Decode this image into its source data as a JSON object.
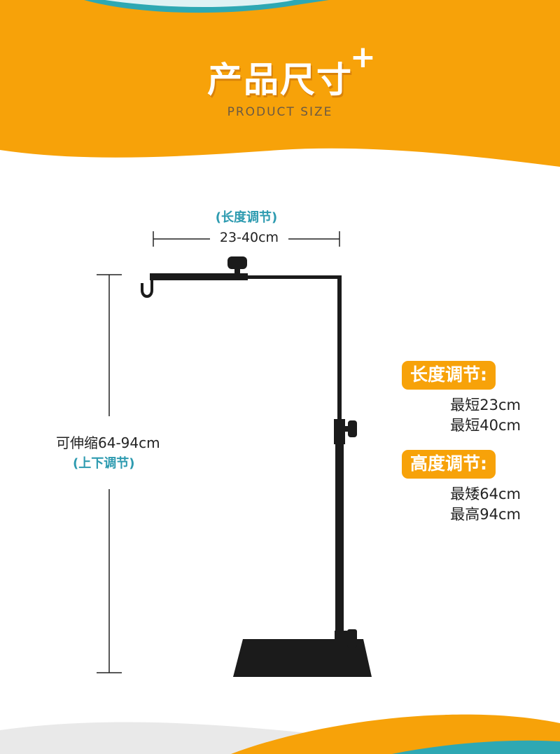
{
  "header": {
    "title": "产品尺寸",
    "plus": "+",
    "subtitle": "PRODUCT SIZE"
  },
  "dimensions": {
    "length_adjust_label": "(长度调节)",
    "length_range": "23-40cm",
    "height_range": "可伸缩64-94cm",
    "height_adjust_label": "(上下调节)"
  },
  "specs": {
    "length_heading": "长度调节:",
    "length_min": "最短23cm",
    "length_max": "最短40cm",
    "height_heading": "高度调节:",
    "height_min": "最矮64cm",
    "height_max": "最高94cm"
  },
  "colors": {
    "header_orange": "#f7a209",
    "accent_teal": "#2e9bb0",
    "stand_black": "#1b1b1b"
  }
}
